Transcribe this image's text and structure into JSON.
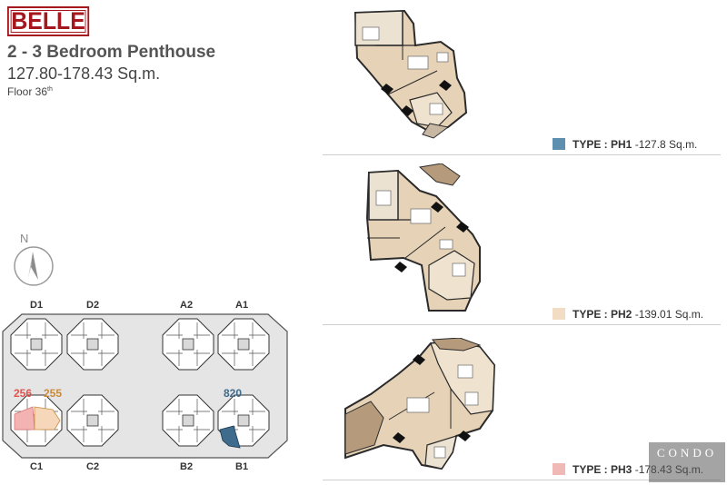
{
  "brand": {
    "logo_text": "BELLE"
  },
  "header": {
    "title": "2 - 3 Bedroom Penthouse",
    "area": "127.80-178.43 Sq.m.",
    "floor_prefix": "Floor 36",
    "floor_suffix": "th"
  },
  "compass": {
    "label": "N"
  },
  "site_plan": {
    "top_labels": [
      "D1",
      "D2",
      "A2",
      "A1"
    ],
    "bottom_labels": [
      "C1",
      "C2",
      "B2",
      "B1"
    ],
    "unit_markers": [
      {
        "text": "256",
        "color": "#e0544f"
      },
      {
        "text": "255",
        "color": "#c98a3c"
      },
      {
        "text": "820",
        "color": "#3f6b8c"
      }
    ]
  },
  "unit_types": [
    {
      "name": "TYPE : PH1",
      "area": " -127.8 Sq.m.",
      "color": "#5f8fae"
    },
    {
      "name": "TYPE : PH2",
      "area": " -139.01 Sq.m.",
      "color": "#f3dcc4"
    },
    {
      "name": "TYPE : PH3",
      "area": " -178.43 Sq.m.",
      "color": "#f0b9b6"
    }
  ],
  "watermark": {
    "line1": "CONDO",
    "line2": ""
  },
  "colors": {
    "brand_red": "#a5161d",
    "floor_fill": "#e6d2b6",
    "wall": "#2a2a2a",
    "siteplan_bg": "#e5e5e5"
  }
}
